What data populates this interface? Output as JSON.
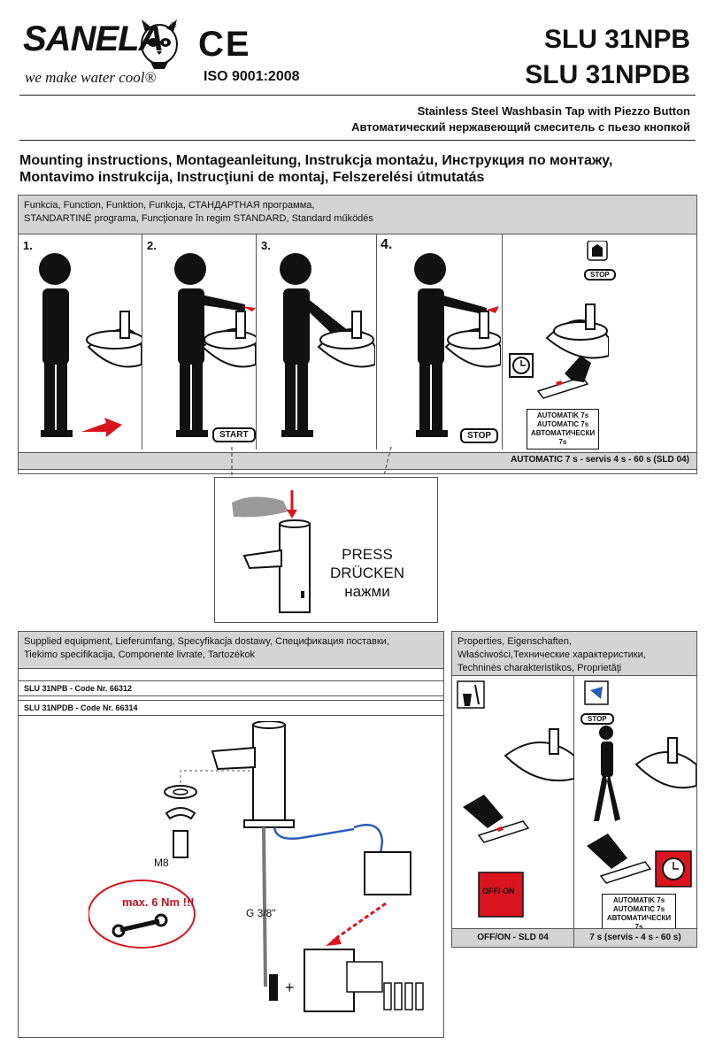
{
  "header": {
    "brand": "SANELA",
    "brand_mark": "®",
    "tagline": "we make water cool®",
    "ce_mark": "CE",
    "iso": "ISO 9001:2008",
    "model_1": "SLU 31NPB",
    "model_2": "SLU 31NPDB"
  },
  "subtitle": {
    "en": "Stainless Steel Washbasin Tap with Piezzo Button",
    "ru": "Автоматический нержавеющий смеситель с пьезо кнопкой"
  },
  "mounting": {
    "line_1": "Mounting instructions, Montageanleitung, Instrukcja montażu, Инструкция по монтажу,",
    "line_2": "Montavimo instrukcija, Instrucţiuni de montaj, Felszerelési útmutatás"
  },
  "function_section": {
    "head_1": "Funkcia, Function, Funktion, Funkcja, СТАНДАРТНАЯ программа,",
    "head_2": "STANDARTINĖ programa, Funcţionare în regim STANDARD, Standard működés",
    "steps": [
      "1.",
      "2.",
      "3.",
      "4."
    ],
    "start_label": "START",
    "stop_label": "STOP",
    "stop_badge": "STOP",
    "auto_lines": [
      "AUTOMATIK 7s",
      "AUTOMATIC 7s",
      "АВТОМАТИЧЕСКИ 7s"
    ],
    "bar_text": "AUTOMATIC 7 s - servis 4 s - 60 s (SLD 04)"
  },
  "press": {
    "line_1": "PRESS",
    "line_2": "DRÜCKEN",
    "line_3": "нажми"
  },
  "supplied": {
    "head_1": "Supplied equipment, Lieferumfang, Specyfikacja dostawy, Спецификация поставки,",
    "head_2": "Tiekimo specifikacija, Componente livrate, Tartozékok",
    "row_1_model": "SLU 31NPB",
    "row_1_code": " - Code Nr. 66312",
    "row_2_model": "SLU 31NPDB",
    "row_2_code": " - Code Nr. 66314",
    "m8": "M8",
    "g38": "G 3/8\"",
    "max_nm": "max. 6 Nm !!!",
    "plus": "+"
  },
  "properties": {
    "head_1": "Properties, Eigenschaften,",
    "head_2": "Właściwości,Технические характеристики,",
    "head_3": "Techninės charakteristikos, Proprietăţi",
    "stop_badge": "STOP",
    "offon": "OFF/ ON",
    "auto_lines": [
      "AUTOMATIK 7s",
      "AUTOMATIC 7s",
      "АВТОМАТИЧЕСКИ 7s"
    ],
    "footer_left": "OFF/ON - SLD 04",
    "footer_right": "7 s (servis - 4 s - 60 s)"
  },
  "colors": {
    "accent_red": "#d9141e",
    "section_grey": "#d4d4d4",
    "line": "#555555"
  }
}
